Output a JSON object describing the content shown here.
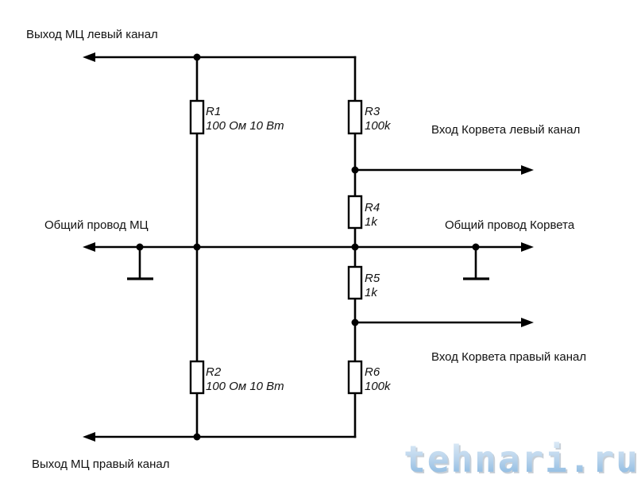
{
  "labels": {
    "mc_left_out": "Выход МЦ левый канал",
    "mc_right_out": "Выход МЦ правый канал",
    "mc_common": "Общий провод МЦ",
    "korvet_common": "Общий провод Корвета",
    "korvet_left_in": "Вход Корвета левый канал",
    "korvet_right_in": "Вход Корвета правый канал"
  },
  "resistors": [
    {
      "id": "R1",
      "value": "100 Ом 10 Вт"
    },
    {
      "id": "R2",
      "value": "100 Ом 10 Вт"
    },
    {
      "id": "R3",
      "value": "100k"
    },
    {
      "id": "R4",
      "value": "1k"
    },
    {
      "id": "R5",
      "value": "1k"
    },
    {
      "id": "R6",
      "value": "100k"
    }
  ],
  "watermark": "tehnari.ru",
  "colors": {
    "line": "#000000",
    "background": "#ffffff",
    "watermark_top": "#dce9f5",
    "watermark_bottom": "#7fb2de"
  }
}
